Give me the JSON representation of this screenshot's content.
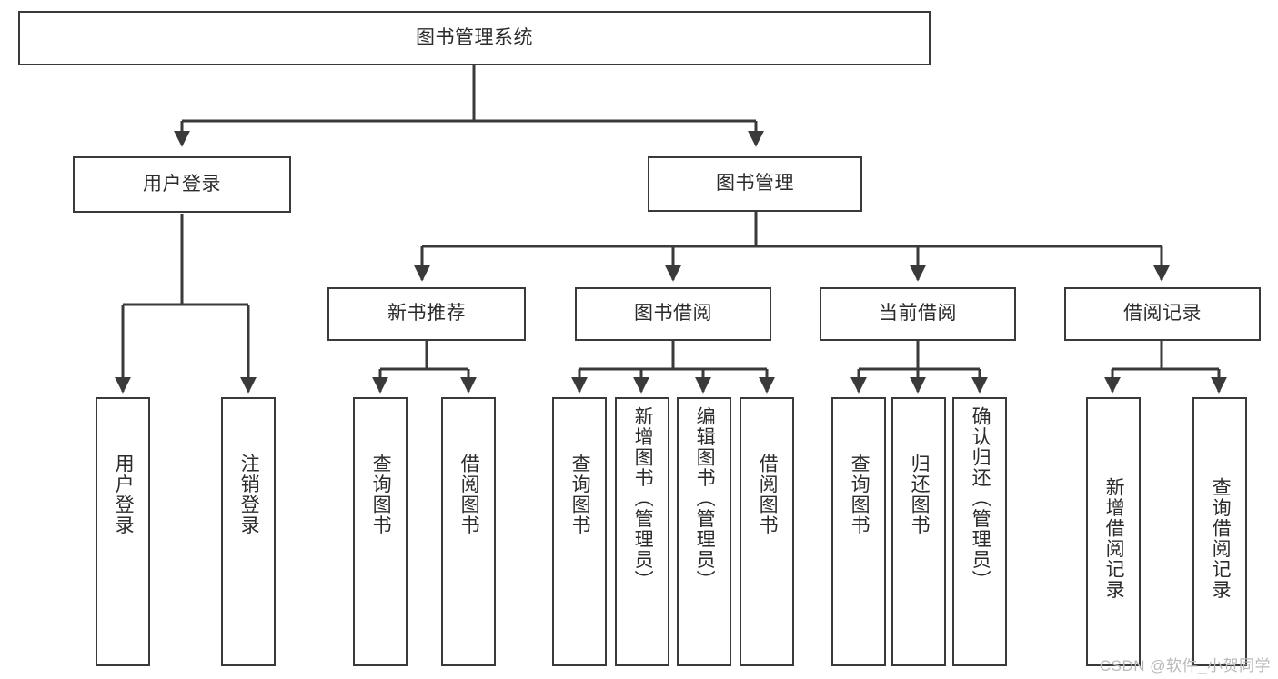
{
  "diagram": {
    "title": "图书管理系统",
    "type": "hierarchy-tree",
    "watermark": "CSDN @软件_小贺同学",
    "colors": {
      "stroke": "#3a3a3a",
      "text": "#2b2b2b",
      "background": "#ffffff",
      "watermark": "#b9b9b9"
    },
    "levels": {
      "root": "图书管理系统",
      "level2": [
        "用户登录",
        "图书管理"
      ],
      "level3": [
        "新书推荐",
        "图书借阅",
        "当前借阅",
        "借阅记录"
      ],
      "leaves": [
        "用户登录",
        "注销登录",
        "查询图书",
        "借阅图书",
        "查询图书",
        "新增图书（管理员）",
        "编辑图书（管理员）",
        "借阅图书",
        "查询图书",
        "归还图书",
        "确认归还（管理员）",
        "新增借阅记录",
        "查询借阅记录"
      ]
    },
    "nodes": {
      "root": {
        "label": "图书管理系统"
      },
      "user_login": {
        "label": "用户登录"
      },
      "book_manage": {
        "label": "图书管理"
      },
      "new_book_rec": {
        "label": "新书推荐"
      },
      "book_borrow": {
        "label": "图书借阅"
      },
      "current_borrow": {
        "label": "当前借阅"
      },
      "borrow_record": {
        "label": "借阅记录"
      },
      "leaf_user_login": {
        "label": "用户登录"
      },
      "leaf_logout": {
        "label": "注销登录"
      },
      "leaf_query_book_1": {
        "label": "查询图书"
      },
      "leaf_borrow_book_1": {
        "label": "借阅图书"
      },
      "leaf_query_book_2": {
        "label": "查询图书"
      },
      "leaf_add_book_admin": {
        "label": "新增图书（管理员）"
      },
      "leaf_edit_book_admin": {
        "label": "编辑图书（管理员）"
      },
      "leaf_borrow_book_2": {
        "label": "借阅图书"
      },
      "leaf_query_book_3": {
        "label": "查询图书"
      },
      "leaf_return_book": {
        "label": "归还图书"
      },
      "leaf_confirm_return_admin": {
        "label": "确认归还（管理员）"
      },
      "leaf_add_borrow_record": {
        "label": "新增借阅记录"
      },
      "leaf_query_borrow_record": {
        "label": "查询借阅记录"
      }
    }
  }
}
